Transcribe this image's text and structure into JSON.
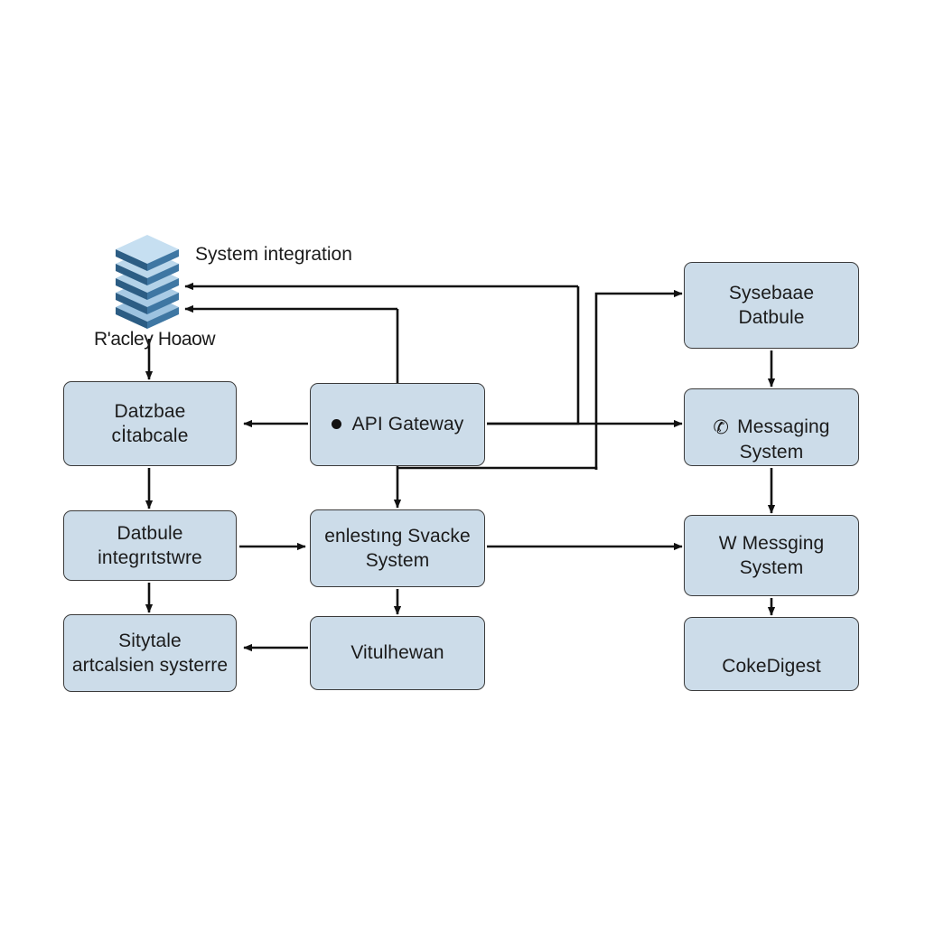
{
  "diagram": {
    "title_caption": "System integration",
    "secondary_caption": "R'acley Hoaow",
    "type": "flowchart",
    "box_fill": "#ccdce9",
    "box_stroke": "#3b3b3b",
    "connector_color": "#111111",
    "background": "#ffffff",
    "icons": {
      "server_stack": "server-stack-icon",
      "api_bullet": "bullet-dot-icon",
      "messaging": "messaging-glyph-icon",
      "digest": "digest-glyph-icon"
    },
    "nodes": [
      {
        "id": "database-catabcale",
        "label": "Datzbae\ncİtabcale",
        "column": "left",
        "row": 1
      },
      {
        "id": "api-gateway",
        "label": "API Gateway",
        "column": "center",
        "row": 1,
        "glyph": "bullet-dot-icon"
      },
      {
        "id": "sysebaae-datbule",
        "label": "Sysebaae\nDatbule",
        "column": "right",
        "row": 0
      },
      {
        "id": "messaging-system",
        "label": "Messaging\nSystem",
        "column": "right",
        "row": 1,
        "glyph": "messaging-glyph-icon"
      },
      {
        "id": "datbule-integritsture",
        "label": "Datbule\nintegrıtstwre",
        "column": "left",
        "row": 2
      },
      {
        "id": "enlesting-svacke",
        "label": "enlestıng Svacke\nSystem",
        "column": "center",
        "row": 2
      },
      {
        "id": "w-messging-system",
        "label": "W Messging\nSystem",
        "column": "right",
        "row": 2
      },
      {
        "id": "sitytale-systerre",
        "label": "Sitytale\nartcalsien systerre",
        "column": "left",
        "row": 3
      },
      {
        "id": "vitulhewan",
        "label": "Vitulhewan",
        "column": "center",
        "row": 3
      },
      {
        "id": "coke-digest",
        "label": "CokeDigest",
        "column": "right",
        "row": 3,
        "glyph": "digest-glyph-icon"
      }
    ],
    "edges": [
      {
        "from": "server-stack",
        "to": "database-catabcale",
        "kind": "vertical-down"
      },
      {
        "from": "database-catabcale",
        "to": "datbule-integritsture",
        "kind": "vertical-down"
      },
      {
        "from": "datbule-integritsture",
        "to": "sitytale-systerre",
        "kind": "vertical-down"
      },
      {
        "from": "datbule-integritsture",
        "to": "enlesting-svacke",
        "kind": "horizontal-right"
      },
      {
        "from": "api-gateway",
        "to": "database-catabcale",
        "kind": "horizontal-left"
      },
      {
        "from": "api-gateway",
        "to": "enlesting-svacke",
        "kind": "vertical-down"
      },
      {
        "from": "api-gateway",
        "to": "server-stack",
        "kind": "routed-feedback-upper"
      },
      {
        "from": "api-gateway",
        "to": "messaging-system",
        "kind": "horizontal-right"
      },
      {
        "from": "api-gateway",
        "to": "sysebaae-datbule",
        "kind": "routed-up-right"
      },
      {
        "from": "sysebaae-datbule",
        "to": "server-stack",
        "kind": "routed-feedback-lower"
      },
      {
        "from": "sysebaae-datbule",
        "to": "messaging-system",
        "kind": "vertical-down"
      },
      {
        "from": "messaging-system",
        "to": "w-messging-system",
        "kind": "vertical-down"
      },
      {
        "from": "w-messging-system",
        "to": "coke-digest",
        "kind": "vertical-down"
      },
      {
        "from": "enlesting-svacke",
        "to": "w-messging-system",
        "kind": "horizontal-right"
      },
      {
        "from": "enlesting-svacke",
        "to": "vitulhewan",
        "kind": "vertical-down"
      },
      {
        "from": "vitulhewan",
        "to": "sitytale-systerre",
        "kind": "horizontal-left"
      }
    ]
  }
}
